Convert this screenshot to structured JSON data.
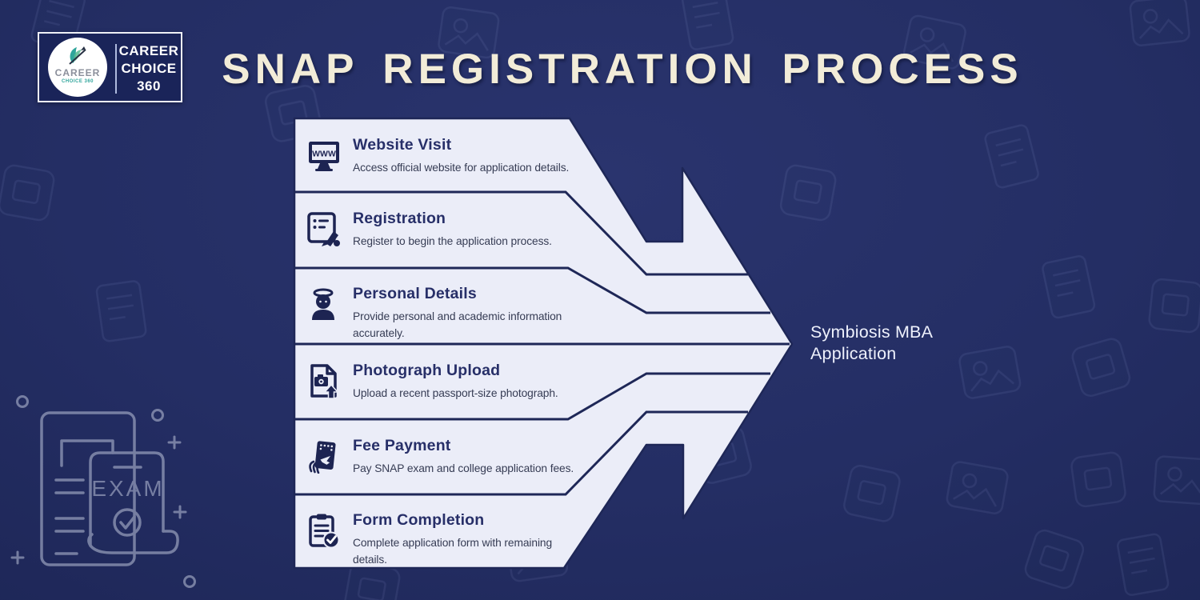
{
  "header": {
    "title": "SNAP REGISTRATION PROCESS"
  },
  "logo": {
    "circle_brand": "CAREER",
    "circle_sub": "CHOICE 360",
    "name_line1": "CAREER",
    "name_line2": "CHOICE",
    "name_line3": "360"
  },
  "steps": [
    {
      "title": "Website Visit",
      "description": "Access official website for application details.",
      "icon": "monitor-www"
    },
    {
      "title": "Registration",
      "description": "Register to begin the application process.",
      "icon": "form-pen"
    },
    {
      "title": "Personal Details",
      "description": "Provide personal and academic information accurately.",
      "icon": "person"
    },
    {
      "title": "Photograph Upload",
      "description": "Upload a recent passport-size photograph.",
      "icon": "photo-upload"
    },
    {
      "title": "Fee Payment",
      "description": "Pay SNAP exam and college application fees.",
      "icon": "payment-ticket"
    },
    {
      "title": "Form Completion",
      "description": "Complete application form with remaining details.",
      "icon": "clipboard-check"
    }
  ],
  "outcome": {
    "line1": "Symbiosis MBA",
    "line2": "Application"
  },
  "decor": {
    "exam_label": "EXAM",
    "monitor_text": "WWW"
  },
  "colors": {
    "background": "#242e64",
    "band": "#ebedf8",
    "ink": "#1d2452",
    "separator": "#1e2757",
    "title_cream": "#f2ecd8",
    "accent_teal": "#2fa59b",
    "line_art": "#bcc3d9"
  }
}
